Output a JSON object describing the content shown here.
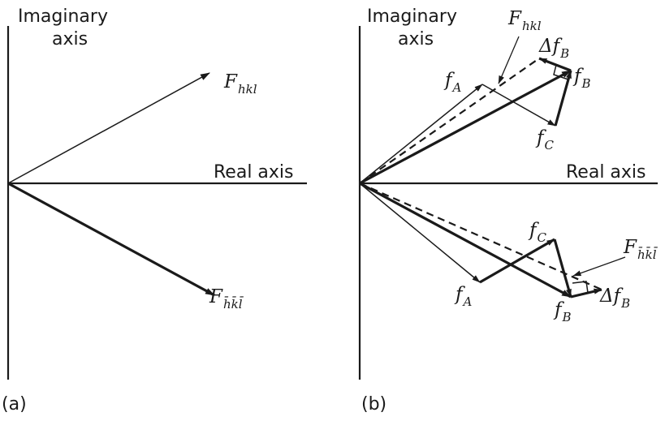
{
  "panel_a": {
    "panel_label": "(a)",
    "imag_axis": [
      "Imaginary",
      "axis"
    ],
    "real_axis": "Real axis",
    "F_hkl": {
      "main": "F",
      "sub": "hkl"
    },
    "F_bar": {
      "main": "F",
      "sub": "h̄k̄l̄"
    }
  },
  "panel_b": {
    "panel_label": "(b)",
    "imag_axis": [
      "Imaginary",
      "axis"
    ],
    "real_axis": "Real axis",
    "upper": {
      "F_hkl": {
        "main": "F",
        "sub": "hkl"
      },
      "delta_fB": {
        "main": "Δf",
        "sub": "B"
      },
      "fA": {
        "main": "f",
        "sub": "A"
      },
      "fB": {
        "main": "f",
        "sub": "B"
      },
      "fC": {
        "main": "f",
        "sub": "C"
      }
    },
    "lower": {
      "F_bar": {
        "main": "F",
        "sub": "h̄k̄l̄"
      },
      "delta_fB": {
        "main": "Δf",
        "sub": "B"
      },
      "fA": {
        "main": "f",
        "sub": "A"
      },
      "fB": {
        "main": "f",
        "sub": "B"
      },
      "fC": {
        "main": "f",
        "sub": "C"
      }
    }
  },
  "colors": {
    "ink": "#1a1a1a",
    "background": "#ffffff"
  }
}
